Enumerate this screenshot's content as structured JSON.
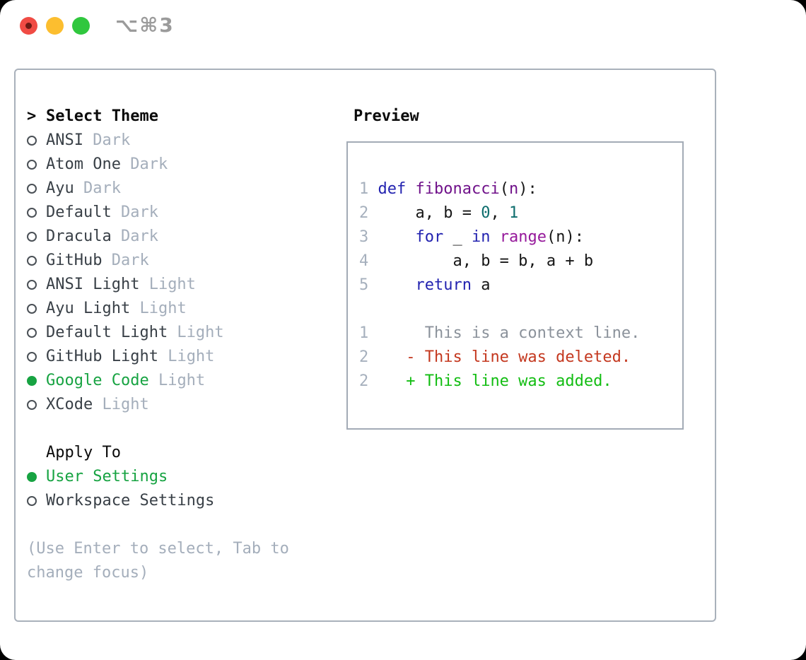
{
  "window": {
    "shortcut_label": "⌥⌘3"
  },
  "theme_panel": {
    "cursor": ">",
    "title": "Select Theme",
    "items": [
      {
        "name": "ANSI",
        "variant": "Dark",
        "selected": false
      },
      {
        "name": "Atom One",
        "variant": "Dark",
        "selected": false
      },
      {
        "name": "Ayu",
        "variant": "Dark",
        "selected": false
      },
      {
        "name": "Default",
        "variant": "Dark",
        "selected": false
      },
      {
        "name": "Dracula",
        "variant": "Dark",
        "selected": false
      },
      {
        "name": "GitHub",
        "variant": "Dark",
        "selected": false
      },
      {
        "name": "ANSI Light",
        "variant": "Light",
        "selected": false
      },
      {
        "name": "Ayu Light",
        "variant": "Light",
        "selected": false
      },
      {
        "name": "Default Light",
        "variant": "Light",
        "selected": false
      },
      {
        "name": "GitHub Light",
        "variant": "Light",
        "selected": false
      },
      {
        "name": "Google Code",
        "variant": "Light",
        "selected": true
      },
      {
        "name": "XCode",
        "variant": "Light",
        "selected": false
      }
    ],
    "apply_to": {
      "title": "Apply To",
      "options": [
        {
          "name": "User Settings",
          "selected": true
        },
        {
          "name": "Workspace Settings",
          "selected": false
        }
      ]
    },
    "hint_line1": "(Use Enter to select, Tab to",
    "hint_line2": "change focus)"
  },
  "preview": {
    "title": "Preview",
    "lines": [
      [
        [
          "num",
          "1 "
        ],
        [
          "kw",
          "def "
        ],
        [
          "title",
          "fibonacci"
        ],
        [
          "txt",
          "("
        ],
        [
          "title",
          "n"
        ],
        [
          "txt",
          "):"
        ]
      ],
      [
        [
          "num",
          "2"
        ],
        [
          "txt",
          "     a, b = "
        ],
        [
          "lit",
          "0"
        ],
        [
          "txt",
          ", "
        ],
        [
          "lit",
          "1"
        ]
      ],
      [
        [
          "num",
          "3"
        ],
        [
          "txt",
          "     "
        ],
        [
          "kw",
          "for"
        ],
        [
          "txt",
          " _ "
        ],
        [
          "kw",
          "in"
        ],
        [
          "txt",
          " "
        ],
        [
          "builtin",
          "range"
        ],
        [
          "txt",
          "(n):"
        ]
      ],
      [
        [
          "num",
          "4"
        ],
        [
          "txt",
          "         a, b = b, a + b"
        ]
      ],
      [
        [
          "num",
          "5"
        ],
        [
          "txt",
          "     "
        ],
        [
          "kw",
          "return"
        ],
        [
          "txt",
          " a"
        ]
      ],
      [],
      [
        [
          "num",
          "1"
        ],
        [
          "ctx",
          "      This is a context line."
        ]
      ],
      [
        [
          "num",
          "2"
        ],
        [
          "txt",
          "    "
        ],
        [
          "del",
          "- This line was deleted."
        ]
      ],
      [
        [
          "num",
          "2"
        ],
        [
          "txt",
          "    "
        ],
        [
          "add",
          "+ This line was added."
        ]
      ]
    ]
  },
  "colors": {
    "light-red": "#f04b44",
    "light-red-dot": "#6d1a14",
    "light-yellow": "#fcbe2f",
    "light-green": "#30c73e",
    "shortcut": "#9b9b9b",
    "panel-border": "#a9b1bb",
    "preview-border": "#a3abb6",
    "header": "#0b0b0b",
    "item": "#394047",
    "muted": "#a4aebb",
    "radio-ring": "#4a5056",
    "green": "#17a342",
    "linenum": "#a6b0bd",
    "kw": "#2323b0",
    "fn": "#70128a",
    "builtin": "#96199b",
    "literal": "#0d6d6d",
    "codetext": "#161616",
    "context": "#8b929b",
    "deleted": "#c4381f",
    "added": "#12bd12"
  }
}
